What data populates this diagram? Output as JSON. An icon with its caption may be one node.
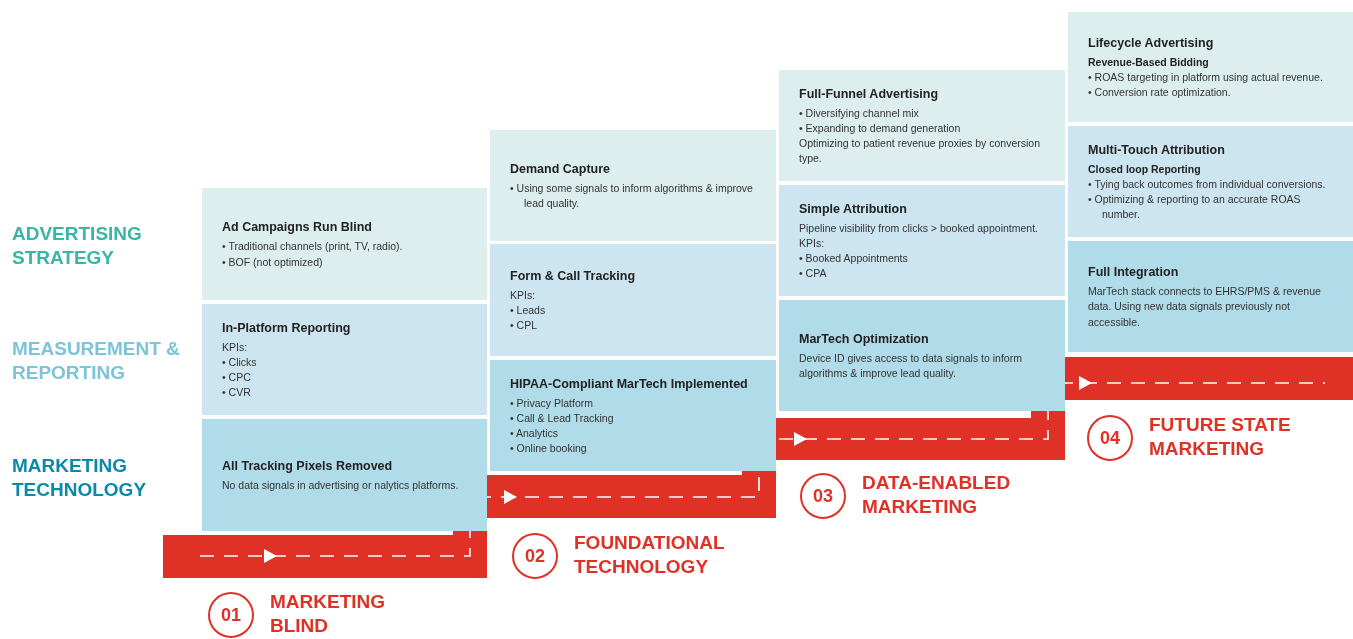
{
  "diagram": {
    "nodes": [
      {
        "text": [
          "Ad Campaigns Run Blind",
          "• Traditional channels (print, TV, radio).",
          "• BOF (not optimized)"
        ]
      },
      {
        "text": [
          "In-Platform Reporting",
          "KPIs:",
          "• Clicks",
          "• CPC",
          "• CVR"
        ]
      },
      {
        "text": [
          "All Tracking Pixels Removed",
          "No data signals in advertising or nalytics platforms."
        ]
      },
      {
        "text": [
          "Demand Capture",
          "• Using some signals to inform algorithms & improve lead quality."
        ]
      },
      {
        "text": [
          "Form & Call Tracking",
          "KPIs:",
          "• Leads",
          "• CPL"
        ]
      },
      {
        "text": [
          "HIPAA-Compliant MarTech Implemented",
          "• Privacy Platform",
          "• Call & Lead Tracking",
          "• Analytics",
          "• Online booking"
        ]
      },
      {
        "text": [
          "Full-Funnel Advertising",
          "• Diversifying channel mix",
          "• Expanding to demand generation",
          "Optimizing to patient revenue proxies by conversion type."
        ]
      },
      {
        "text": [
          "Simple Attribution",
          "Pipeline visibility from clicks > booked appointment.",
          "KPIs:",
          "• Booked Appointments",
          "• CPA"
        ]
      },
      {
        "text": [
          "MarTech Optimization",
          "Device ID gives access to data signals to inform algorithms & improve lead quality."
        ]
      },
      {
        "text": [
          "Lifecycle Advertising",
          "Revenue-Based Bidding",
          "• ROAS targeting in platform using actual revenue.",
          "• Conversion rate optimization."
        ]
      },
      {
        "text": [
          "Multi-Touch Attribution",
          "Closed loop Reporting",
          "• Tying back outcomes from individual conversions.",
          "• Optimizing & reporting to an accurate ROAS number."
        ]
      },
      {
        "text": [
          "Full Integration",
          "MarTech stack connects to EHRS/PMS & revenue data. Using new data signals previously not accessible."
        ]
      },
      {
        "text": [
          "01"
        ],
        "beside": [
          "MARKETING BLIND"
        ]
      },
      {
        "text": [
          "02"
        ],
        "beside": [
          "FOUNDATIONAL TECHNOLOGY"
        ]
      },
      {
        "text": [
          "03"
        ],
        "beside": [
          "DATA-ENABLED MARKETING"
        ]
      },
      {
        "text": [
          "04"
        ],
        "beside": [
          "FUTURE STATE MARKETING"
        ]
      }
    ],
    "labels": [
      "ADVERTISING STRATEGY",
      "MEASUREMENT & REPORTING",
      "MARKETING TECHNOLOGY"
    ]
  }
}
